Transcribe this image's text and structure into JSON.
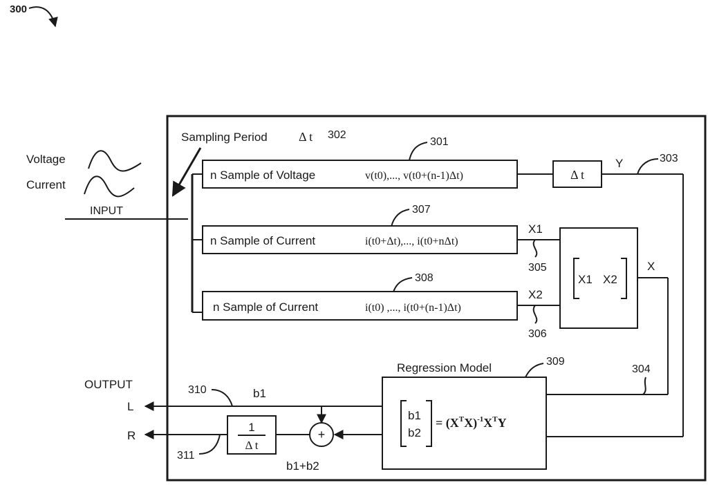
{
  "figure": {
    "number": "300",
    "inputs": {
      "voltage_label": "Voltage",
      "current_label": "Current",
      "input_label": "INPUT"
    },
    "sampling": {
      "label": "Sampling Period",
      "symbol": "Δ t",
      "ref": "302"
    },
    "rows": [
      {
        "ref": "301",
        "label": "n Sample of Voltage",
        "formula": "v(t0),..., v(t0+(n-1)Δt)"
      },
      {
        "ref": "307",
        "label": "n Sample of Current",
        "formula": "i(t0+Δt),..., i(t0+nΔt)"
      },
      {
        "ref": "308",
        "label": "n Sample of Current",
        "formula": "i(t0) ,..., i(t0+(n-1)Δt)"
      }
    ],
    "delay": {
      "label": "Δ t"
    },
    "signals": {
      "y": "Y",
      "x1": "X1",
      "x2": "X2",
      "x": "X",
      "b1": "b1",
      "b1b2": "b1+b2"
    },
    "refs": {
      "r303": "303",
      "r304": "304",
      "r305": "305",
      "r306": "306",
      "r309": "309",
      "r310": "310",
      "r311": "311"
    },
    "matrix": {
      "x1": "X1",
      "x2": "X2"
    },
    "regression": {
      "title": "Regression Model",
      "b1": "b1",
      "b2": "b2",
      "eq_left": "= (X",
      "eq_sup1": "T",
      "eq_mid": "X)",
      "eq_sup2": "-1",
      "eq_x": "X",
      "eq_sup3": "T",
      "eq_y": "Y"
    },
    "output": {
      "title": "OUTPUT",
      "l": "L",
      "r": "R"
    },
    "scale": {
      "numerator": "1",
      "denominator": "Δ t"
    },
    "adder": {
      "symbol": "+"
    }
  }
}
